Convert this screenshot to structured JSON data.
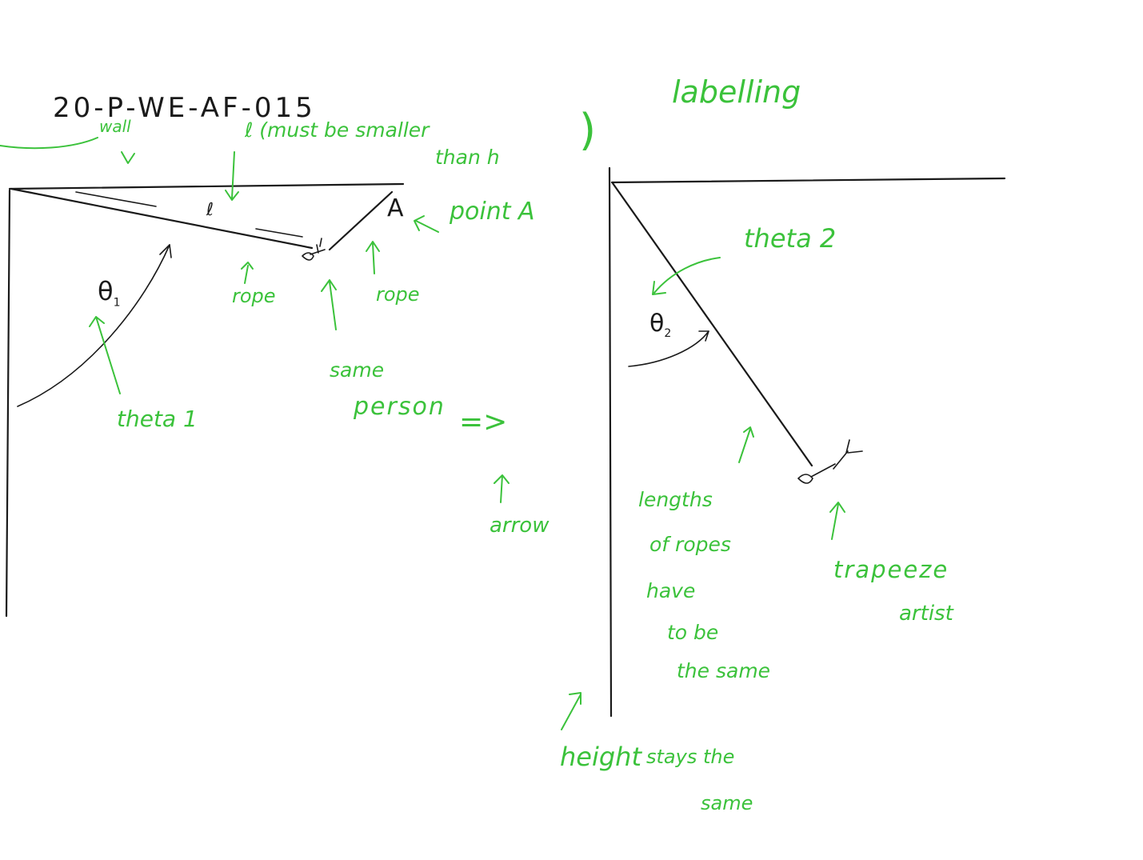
{
  "document_id": "20-P-WE-AF-015",
  "title_label": "labelling",
  "left_figure": {
    "wall_label": "wall",
    "length_symbol": "ℓ",
    "length_note": "ℓ (must be smaller",
    "length_note_2": "than h",
    "length_note_paren": ")",
    "rope_symbol": "ℓ",
    "point_letter": "A",
    "point_label": "point A",
    "theta_symbol": "θ",
    "theta_subscript": "1",
    "theta_label": "theta 1",
    "rope_label_left": "rope",
    "rope_label_right": "rope",
    "same_label": "same",
    "person_label": "person",
    "arrow_glyph": "=>",
    "arrow_label": "arrow"
  },
  "right_figure": {
    "theta_label": "theta 2",
    "theta_symbol": "θ",
    "theta_subscript": "2",
    "ropes_note": [
      "lengths",
      "of ropes",
      "have",
      "to be",
      "the same"
    ],
    "artist_label": "trapeeze",
    "artist_label_2": "artist",
    "height_note": "height",
    "height_note_2": "stays the",
    "height_note_3": "same"
  },
  "colors": {
    "ink": "#1a1a1a",
    "annotation": "#3bc23b"
  }
}
